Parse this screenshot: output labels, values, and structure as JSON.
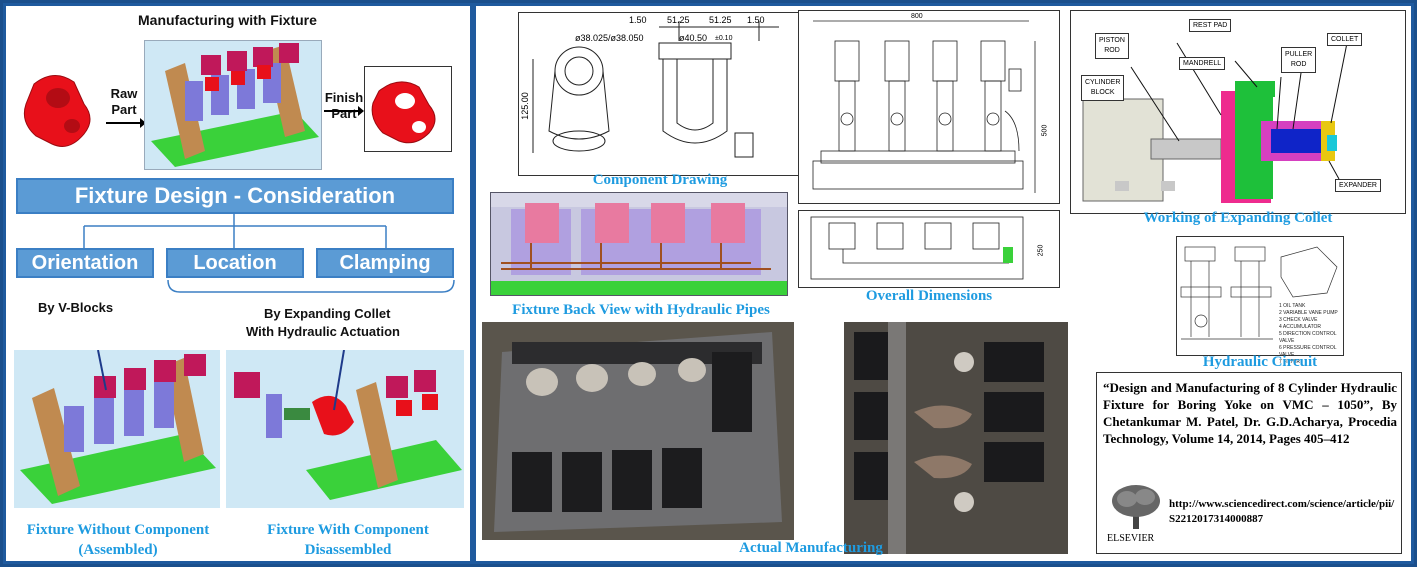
{
  "left": {
    "title": "Manufacturing with Fixture",
    "raw_part": "Raw Part",
    "finish_part": "Finish Part",
    "consideration": "Fixture Design - Consideration",
    "orientation": "Orientation",
    "location": "Location",
    "clamping": "Clamping",
    "by_vblocks": "By V-Blocks",
    "by_collet_1": "By Expanding Collet",
    "by_collet_2": "With Hydraulic Actuation",
    "cap_without_1": "Fixture Without Component",
    "cap_without_2": "(Assembled)",
    "cap_with_1": "Fixture With Component",
    "cap_with_2": "Disassembled"
  },
  "drawing": {
    "caption": "Component Drawing",
    "dim_150a": "1.50",
    "dim_5125a": "51.25",
    "dim_5125b": "51.25",
    "dim_150b": "1.50",
    "dia_1": "ø38.025/ø38.050",
    "dia_2": "ø40.50",
    "tol": "±0.10",
    "height": "125.00"
  },
  "overall": {
    "caption": "Overall Dimensions",
    "d800": "800",
    "d500": "500",
    "d250": "250"
  },
  "collet": {
    "caption": "Working of Expanding Collet",
    "rest_pad": "REST PAD",
    "piston_rod_1": "PISTON",
    "piston_rod_2": "ROD",
    "mandrell": "MANDRELL",
    "puller_1": "PULLER",
    "puller_2": "ROD",
    "collet": "COLLET",
    "cyl_1": "CYLINDER",
    "cyl_2": "BLOCK",
    "expander": "EXPANDER"
  },
  "back_view": {
    "caption": "Fixture Back View with Hydraulic Pipes"
  },
  "hydraulic": {
    "caption": "Hydraulic Circuit",
    "legend": [
      "1 OIL TANK",
      "2 VARIABLE VANE PUMP",
      "3 CHECK VALVE",
      "4 ACCUMULATOR",
      "5 DIRECTION CONTROL VALVE",
      "6 PRESSURE CONTROL VALVE",
      "7 FILTER"
    ]
  },
  "actual": {
    "caption": "Actual Manufacturing"
  },
  "reference": {
    "citation": "“Design and Manufacturing of 8 Cylinder Hydraulic Fixture for Boring Yoke on VMC – 1050”, By Chetankumar M. Patel, Dr. G.D.Acharya, Procedia Technology, Volume 14, 2014, Pages 405–412",
    "url": "http://www.sciencedirect.com/science/article/pii/S2212017314000887",
    "publisher": "ELSEVIER"
  },
  "colors": {
    "accent_blue": "#5b9bd5",
    "caption_blue": "#1e9be0",
    "part_red": "#e8101a",
    "base_green": "#3ad13a",
    "block_purple": "#7d79d9",
    "clamp_maroon": "#c0185a"
  }
}
